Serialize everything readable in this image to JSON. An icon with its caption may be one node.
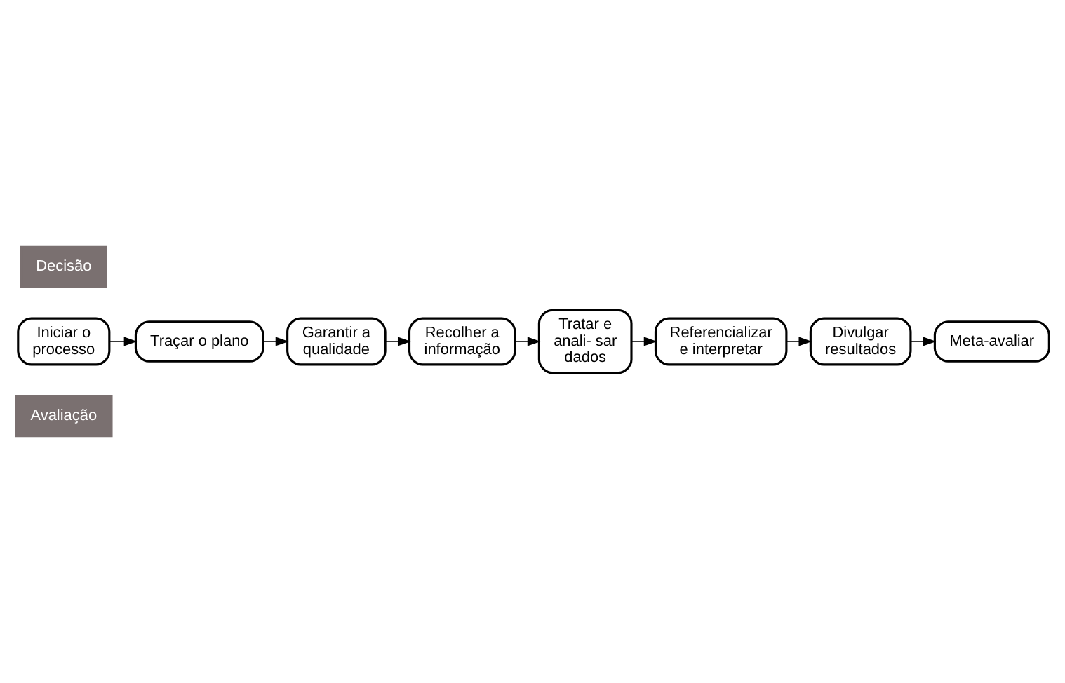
{
  "diagram": {
    "nodes": [
      {
        "text": [
          "Avaliação"
        ]
      },
      {
        "text": [
          "Iniciar o processo"
        ]
      },
      {
        "text": [
          "Traçar o plano"
        ]
      },
      {
        "text": [
          "Garantir a qualidade"
        ]
      },
      {
        "text": [
          "Recolher a informação"
        ]
      },
      {
        "text": [
          "Tratar e anali- sar dados"
        ]
      },
      {
        "text": [
          "Referencializar e interpretar"
        ]
      },
      {
        "text": [
          "Divulgar resultados"
        ]
      },
      {
        "text": [
          "Meta-avaliar"
        ]
      },
      {
        "text": [
          "Decisão"
        ]
      }
    ],
    "edges": [
      {
        "from": 1,
        "to": 2,
        "arrow": "to"
      },
      {
        "from": 2,
        "to": 3,
        "arrow": "to"
      },
      {
        "from": 3,
        "to": 4,
        "arrow": "to"
      },
      {
        "from": 4,
        "to": 5,
        "arrow": "to"
      },
      {
        "from": 5,
        "to": 6,
        "arrow": "to"
      },
      {
        "from": 6,
        "to": 7,
        "arrow": "to"
      },
      {
        "from": 7,
        "to": 8,
        "arrow": "to"
      }
    ]
  }
}
